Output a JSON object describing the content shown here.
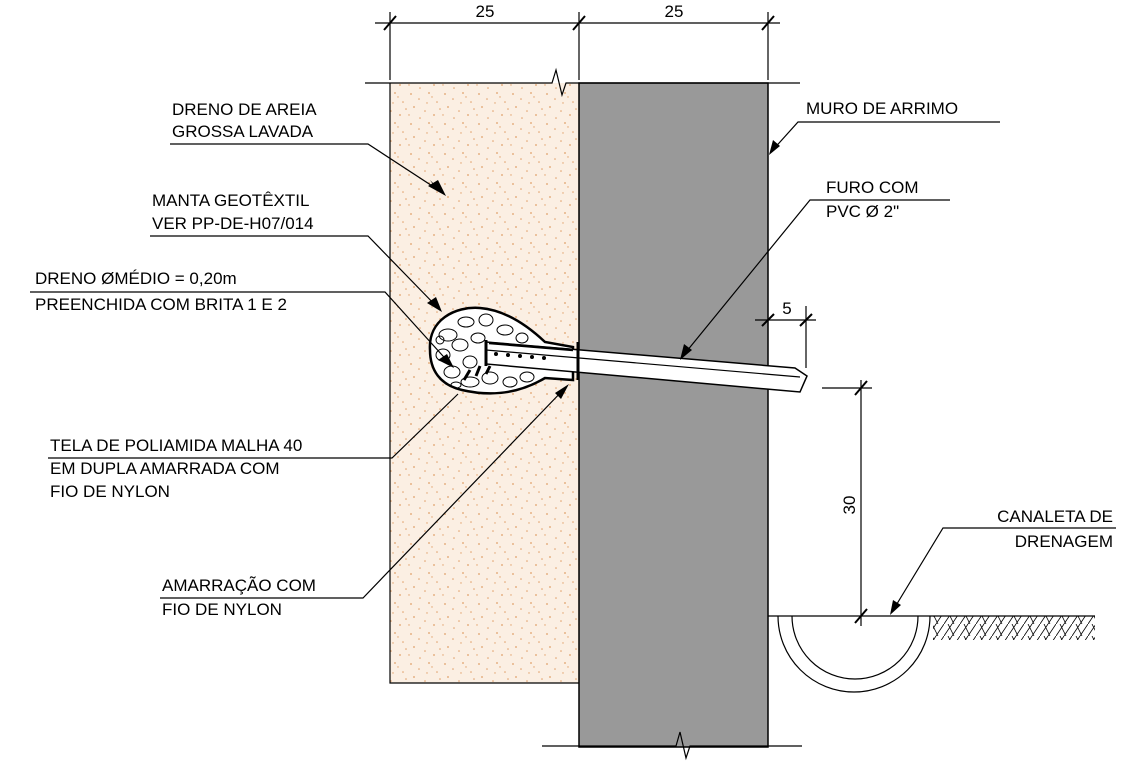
{
  "colors": {
    "wall": "#999999",
    "sand": "#fbefe3",
    "sand_dots": "#e1a069",
    "line": "#000000"
  },
  "dimensions": {
    "top_left": "25",
    "top_right": "25",
    "pipe_offset": "5",
    "height": "30"
  },
  "labels": {
    "sand_drain": [
      "DRENO DE AREIA",
      "GROSSA LAVADA"
    ],
    "geotextile": [
      "MANTA GEOTÊXTIL",
      "VER PP-DE-H07/014"
    ],
    "drain_diameter": [
      "DRENO ØMÉDIO = 0,20m",
      "PREENCHIDA COM BRITA 1 E 2"
    ],
    "polyamide_mesh": [
      "TELA DE POLIAMIDA MALHA 40",
      "EM DUPLA  AMARRADA COM",
      "FIO DE NYLON"
    ],
    "tie": [
      "AMARRAÇÃO COM",
      "FIO DE NYLON"
    ],
    "retaining_wall": [
      "MURO DE ARRIMO"
    ],
    "pipe_hole": [
      "FURO COM",
      "PVC Ø 2\""
    ],
    "gutter": [
      "CANALETA DE",
      "DRENAGEM"
    ]
  }
}
